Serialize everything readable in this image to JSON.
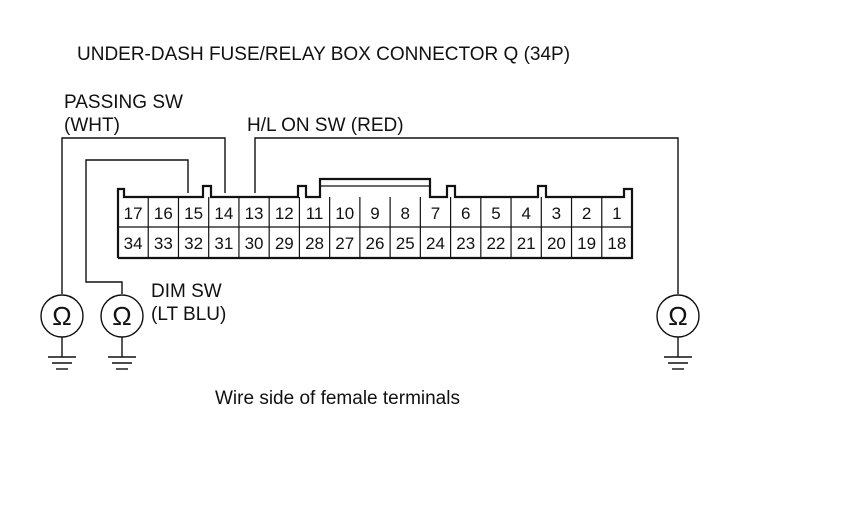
{
  "title": "UNDER-DASH FUSE/RELAY BOX CONNECTOR Q (34P)",
  "labels": {
    "passing_sw": "PASSING SW",
    "passing_sw_color": "(WHT)",
    "hl_on_sw": "H/L ON SW (RED)",
    "dim_sw": "DIM SW",
    "dim_sw_color": "(LT BLU)"
  },
  "connector": {
    "top_row": [
      "17",
      "16",
      "15",
      "14",
      "13",
      "12",
      "11",
      "10",
      "9",
      "8",
      "7",
      "6",
      "5",
      "4",
      "3",
      "2",
      "1"
    ],
    "bottom_row": [
      "34",
      "33",
      "32",
      "31",
      "30",
      "29",
      "28",
      "27",
      "26",
      "25",
      "24",
      "23",
      "22",
      "21",
      "20",
      "19",
      "18"
    ]
  },
  "ohmmeter_symbol": "Ω",
  "caption": "Wire side of female terminals"
}
